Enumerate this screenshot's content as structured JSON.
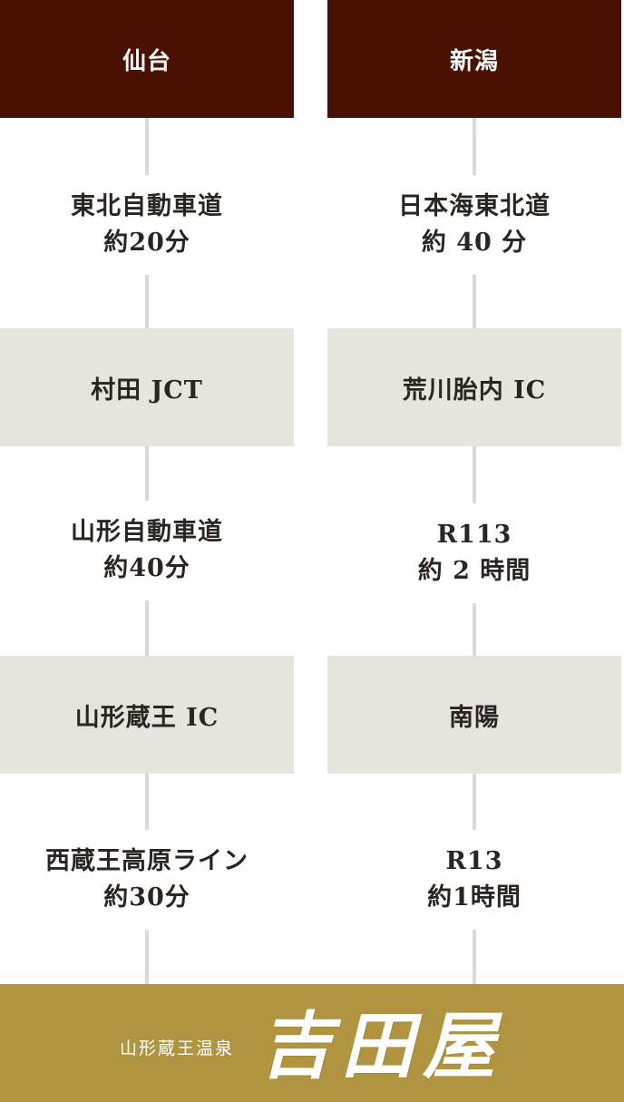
{
  "left_route": {
    "origin": "仙台",
    "leg1": {
      "road": "東北自動車道",
      "time": "約20分"
    },
    "stop1": "村田 JCT",
    "leg2": {
      "road": "山形自動車道",
      "time": "約40分"
    },
    "stop2": "山形蔵王 IC",
    "leg3": {
      "road": "西蔵王高原ライン",
      "time": "約30分"
    }
  },
  "right_route": {
    "origin": "新潟",
    "leg1": {
      "road": "日本海東北道",
      "time": "約 40 分"
    },
    "stop1": "荒川胎内 IC",
    "leg2": {
      "road": "R113",
      "time": "約 2 時間"
    },
    "stop2": "南陽",
    "leg3": {
      "road": "R13",
      "time": "約1時間"
    }
  },
  "destination": {
    "subtitle": "山形蔵王温泉",
    "logo_text": "吉田屋"
  },
  "colors": {
    "origin_bg": "#4a1100",
    "stop_bg": "#e6e4dc",
    "destination_bg": "#b09440",
    "connector": "#d9d9d9",
    "text": "#2b2522"
  }
}
